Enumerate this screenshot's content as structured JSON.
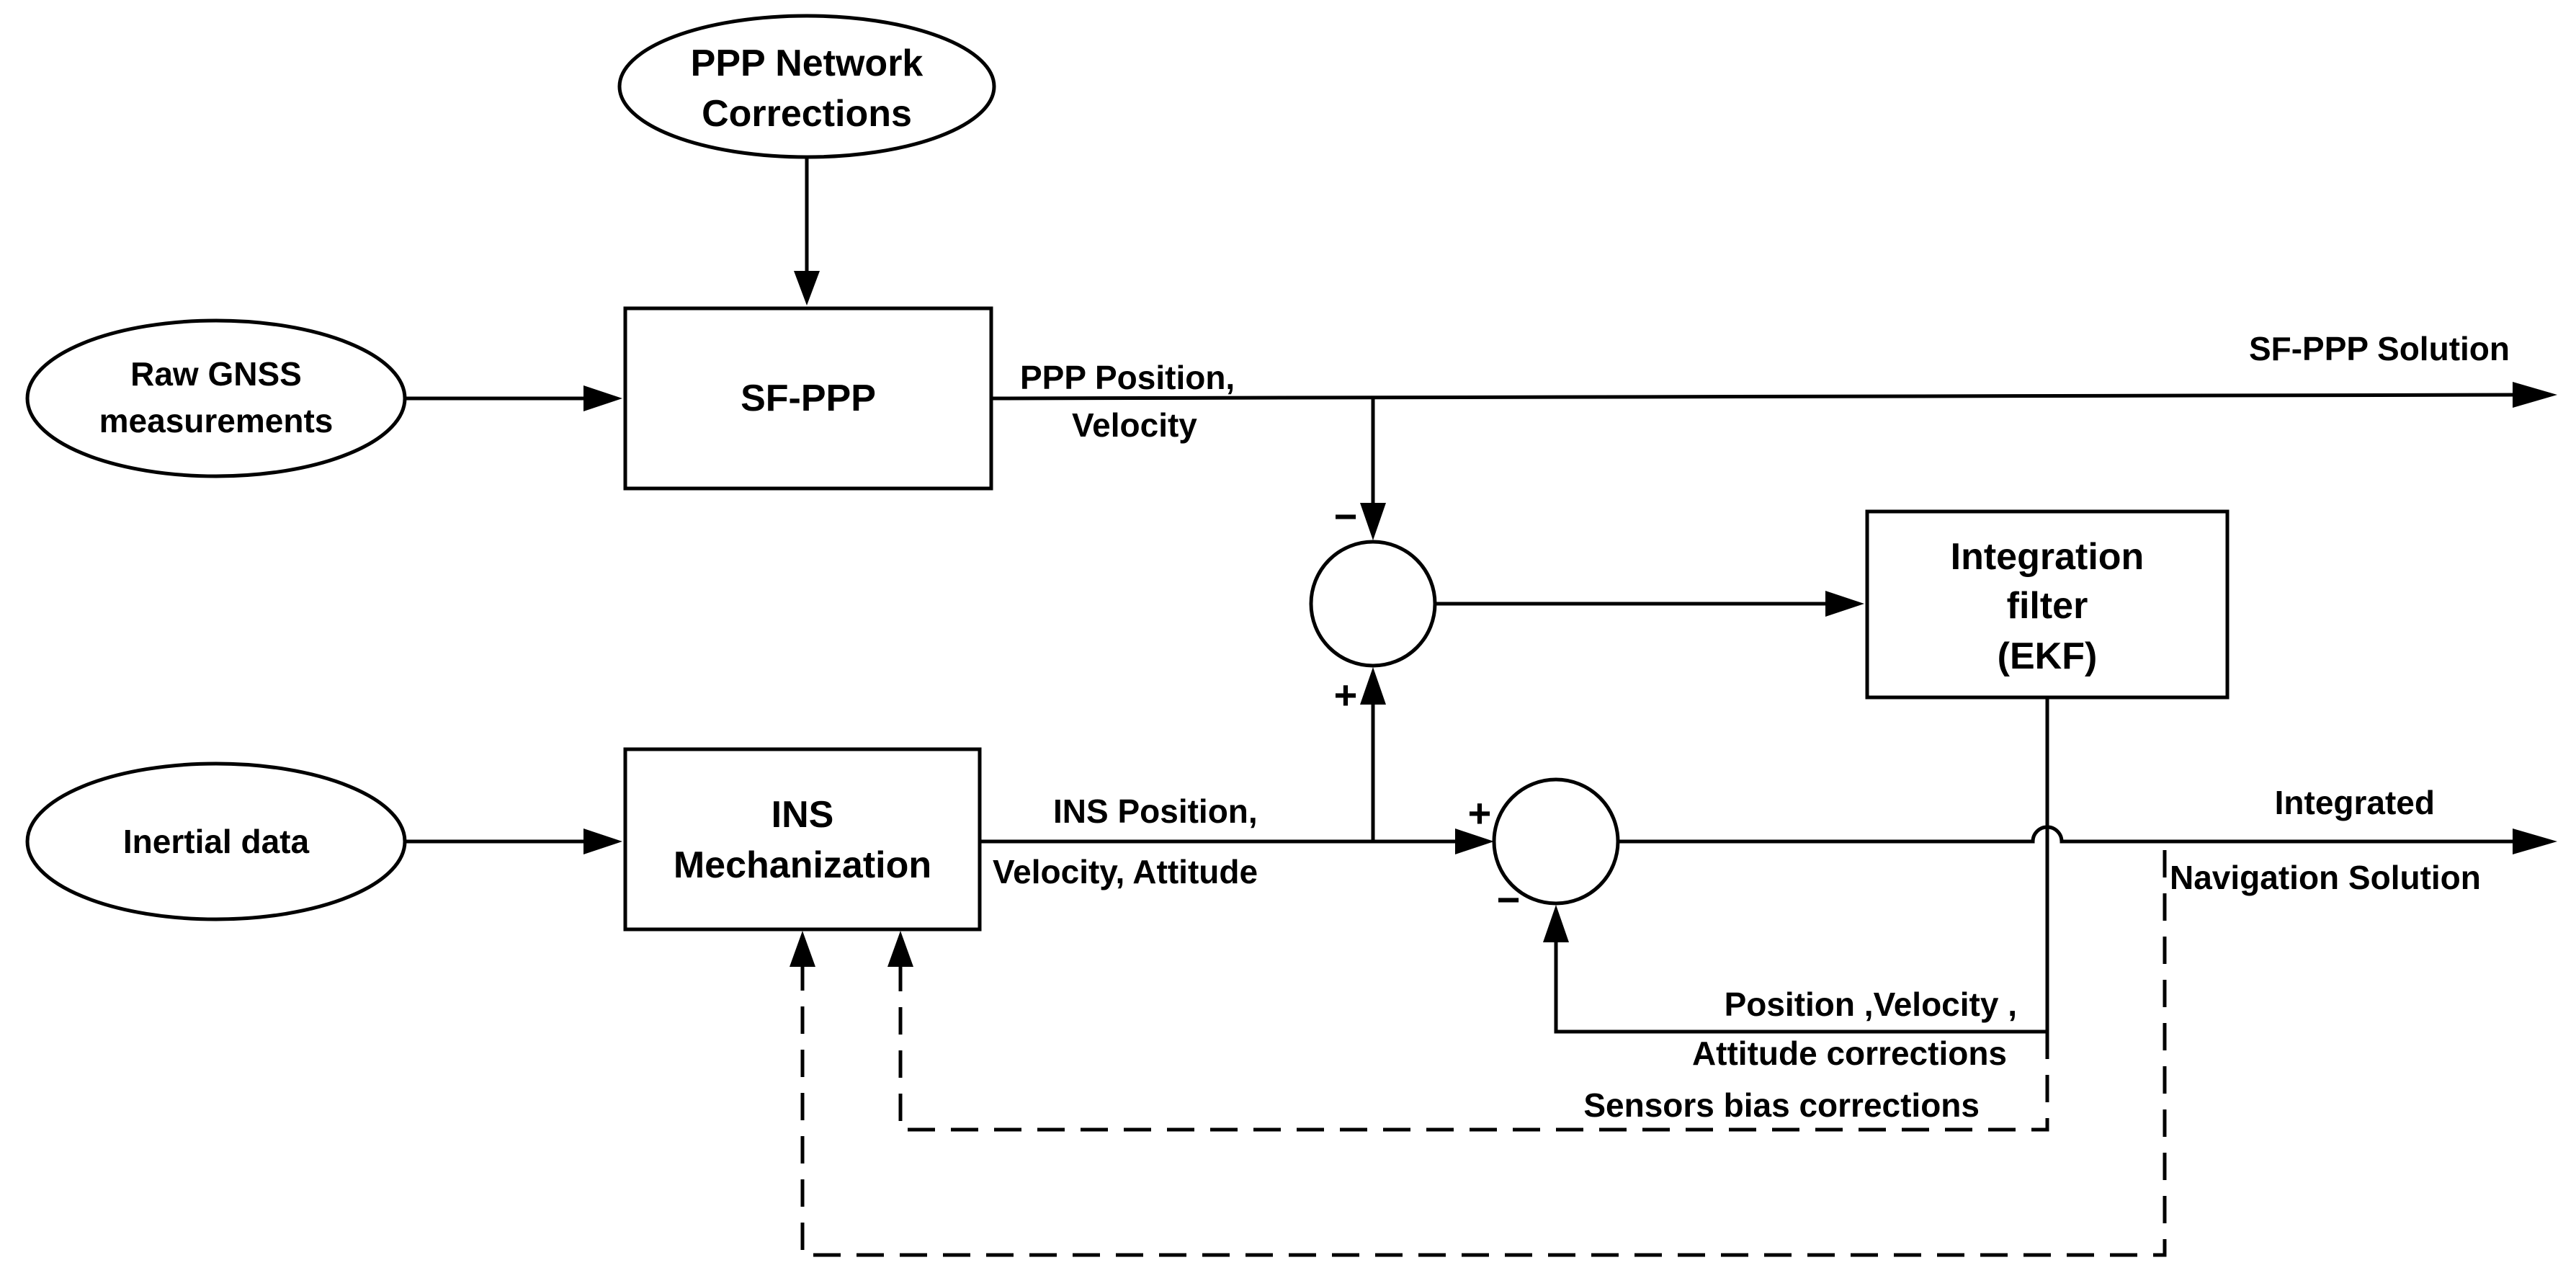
{
  "nodes": {
    "ppp_network": {
      "line1": "PPP Network",
      "line2": "Corrections"
    },
    "raw_gnss": {
      "line1": "Raw GNSS",
      "line2": "measurements"
    },
    "inertial": {
      "label": "Inertial data"
    },
    "sf_ppp": {
      "label": "SF-PPP"
    },
    "ins_mech": {
      "line1": "INS",
      "line2": "Mechanization"
    },
    "integration_filter": {
      "line1": "Integration",
      "line2": "filter",
      "line3": "(EKF)"
    }
  },
  "signals": {
    "ppp_output": {
      "line1": "PPP Position,",
      "line2": "Velocity"
    },
    "sf_ppp_solution": "SF-PPP Solution",
    "ins_output": {
      "line1": "INS Position,",
      "line2": "Velocity, Attitude"
    },
    "integrated_solution": {
      "line1": "Integrated",
      "line2": "Navigation Solution"
    },
    "pva_corrections": {
      "line1": "Position ,Velocity ,",
      "line2": "Attitude corrections"
    },
    "bias_corrections": "Sensors bias corrections"
  },
  "signs": {
    "upper_minus": "−",
    "upper_plus": "+",
    "lower_plus": "+",
    "lower_minus": "−"
  }
}
